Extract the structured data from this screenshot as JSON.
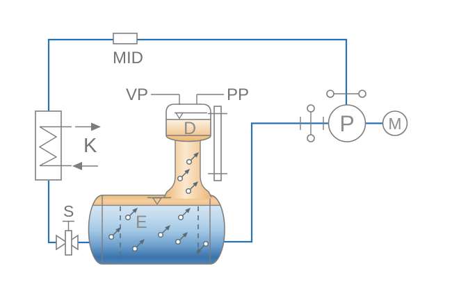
{
  "labels": {
    "flow_meter": "MID",
    "vacuum_port": "VP",
    "pressure_port": "PP",
    "condenser": "K",
    "valve": "S",
    "dome": "D",
    "evaporator": "E",
    "pump": "P",
    "motor": "M"
  },
  "colors": {
    "pipe": "#2670b3",
    "outline": "#7d7d7d",
    "label_text": "#747474",
    "letter_text": "#8c8c8c",
    "dash": "#5f7283",
    "bubble": "#5c6b73",
    "vapor_orange": "#f2c68f",
    "liquid_light": "#d9eaf6",
    "liquid_dark": "#3a74ac"
  }
}
